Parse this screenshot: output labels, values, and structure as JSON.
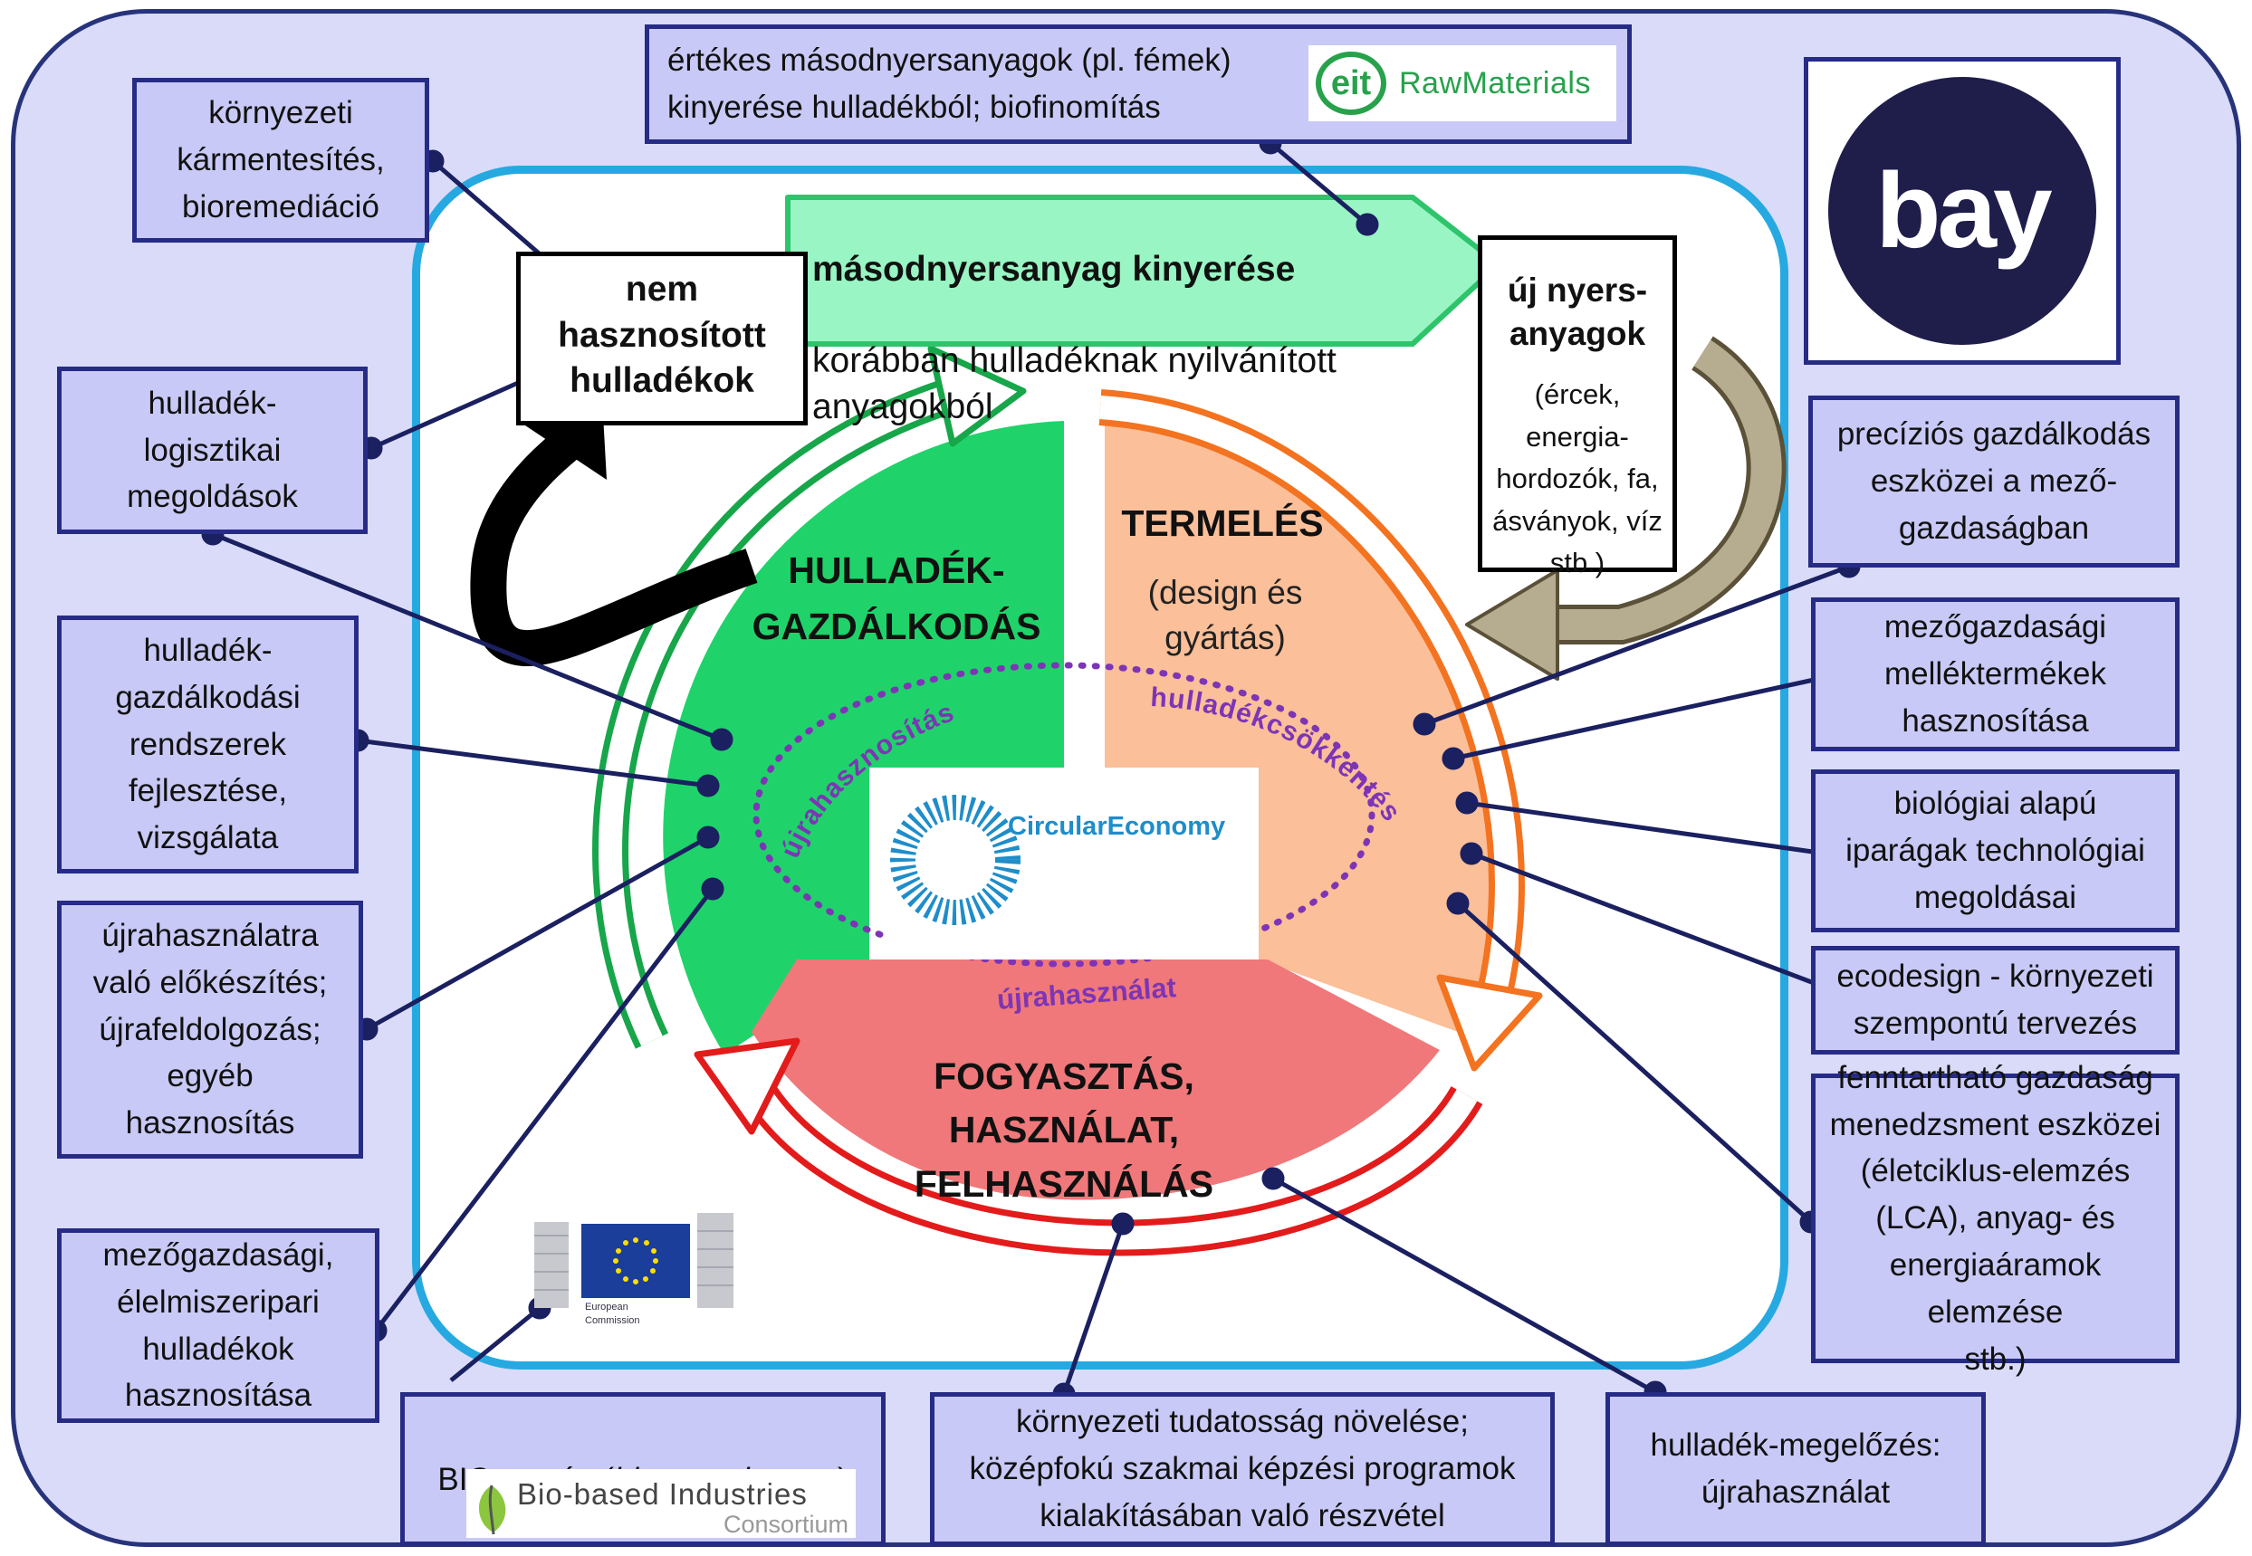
{
  "boxes": {
    "remediation": "környezeti\nkármentesítés,\nbioremediáció",
    "logistics": "hulladék-\nlogisztikai\nmegoldások",
    "waste_systems": "hulladék-\ngazdálkodási\nrendszerek\nfejlesztése,\nvizsgálata",
    "reuse_prep": "újrahasználatra\nvaló előkészítés;\nújrafeldolgozás;\negyéb\nhasznosítás",
    "agri_food_waste": "mezőgazdasági,\nélelmiszeripari\nhulladékok\nhasznosítása",
    "precision_ag": "precíziós gazdálkodás\neszközei a mező-\ngazdaságban",
    "agri_byproducts": "mezőgazdasági\nmelléktermékek\nhasznosítása",
    "bio_industry": "biológiai alapú\niparágak technológiai\nmegoldásai",
    "ecodesign": "ecodesign - környezeti\nszempontú tervezés",
    "sustainable_mgmt": "fenntartható gazdaság\nmenedzsment eszközei\n(életciklus-elemzés\n(LCA), anyag- és\nenergiaáramok elemzése\nstb.)",
    "awareness": "környezeti tudatosság növelése;\nközépfokú szakmai képzési programok\nkialakításában való részvétel",
    "prevention": "hulladék-megelőzés:\nújrahasználat",
    "secondary_top": "értékes másodnyersanyagok (pl. fémek)\nkinyerése hulladékból; biofinomítás",
    "bic_prefix": "BIC tagság (",
    "bic_italic": "biconsortium.eu",
    "bic_suffix": ")"
  },
  "center": {
    "unused_waste": "nem\nhasznosított\nhulladékok",
    "secondary_title": "másodnyersanyag kinyerése",
    "secondary_sub": "korábban hulladéknak nyilvánított\nanyagokból",
    "new_raw_title": "új nyers-\nanyagok",
    "new_raw_sub": "(ércek,\nenergia-\nhordozók, fa,\násványok, víz\nstb.)",
    "waste_mgmt": "HULLADÉK-\nGAZDÁLKODÁS",
    "production": "TERMELÉS",
    "production_sub": "(design és\ngyártás)",
    "consumption": "FOGYASZTÁS,\nHASZNÁLAT,\nFELHASZNÁLÁS",
    "recycling": "újrahasznosítás",
    "waste_reduction": "hulladékcsökkentés",
    "reuse": "újrahasználat",
    "circular_logo": "CircularEconomy"
  },
  "logos": {
    "eit_badge": "eit",
    "eit_name": "RawMaterials",
    "bay": "bay",
    "bay_mark": "®",
    "ec_line1": "European",
    "ec_line2": "Commission",
    "bbi_line1": "Bio-based Industries",
    "bbi_line2": "Consortium"
  },
  "colors": {
    "frame": "#d9dbf8",
    "box_fill": "#c8c9f6",
    "box_border": "#262b86",
    "waste_green": "#1fd36a",
    "production_peach": "#fbbf99",
    "consumption_red": "#f0787a",
    "arrow_orange": "#f37320",
    "arrow_red": "#e31b1b",
    "arrow_green": "#17a64a",
    "inner_border": "#25a9e0",
    "bay_navy": "#1f1d4a",
    "dotted_purple": "#7d35b6"
  }
}
